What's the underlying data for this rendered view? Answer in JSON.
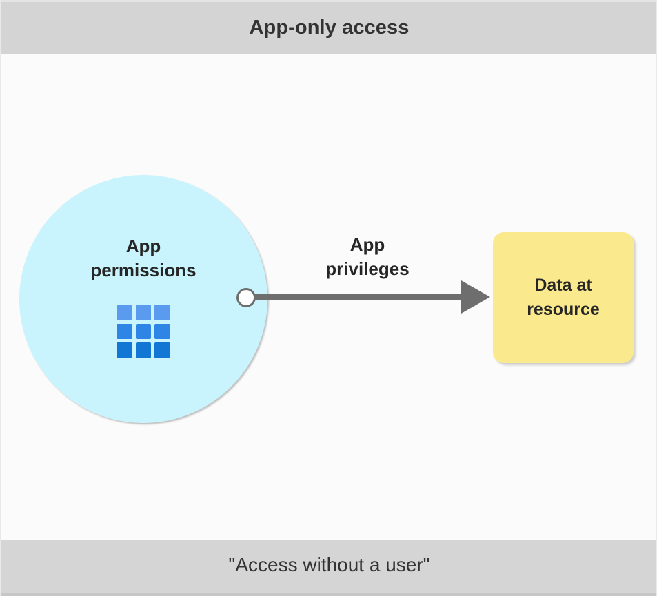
{
  "header": {
    "title": "App-only access"
  },
  "footer": {
    "caption": "\"Access without a user\""
  },
  "diagram": {
    "permissions_circle": {
      "label_line1": "App",
      "label_line2": "permissions",
      "icon": "app-grid-icon",
      "fill_color": "#C9F4FD"
    },
    "connector": {
      "name": "connection-endpoint",
      "fill_color": "#FFFFFF",
      "stroke_color": "#6E6E6E"
    },
    "arrow": {
      "label_line1": "App",
      "label_line2": "privileges",
      "color": "#6E6E6E",
      "direction": "right"
    },
    "resource_box": {
      "label_line1": "Data at",
      "label_line2": "resource",
      "fill_color": "#FBE98E"
    }
  },
  "colors": {
    "band": "#D4D4D4",
    "canvas": "#FBFBFB",
    "text": "#262626",
    "title_text": "#333333",
    "grid_top": "#5B9BEF",
    "grid_mid": "#2F85E5",
    "grid_bottom": "#1277D4"
  }
}
